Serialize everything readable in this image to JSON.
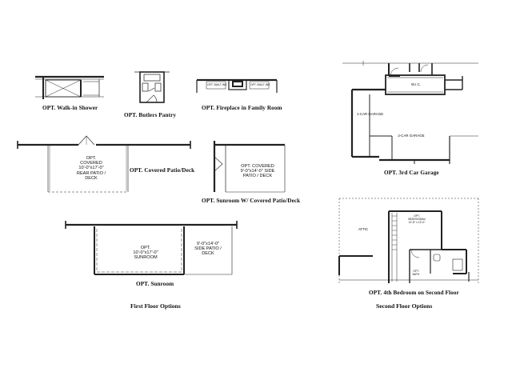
{
  "first_floor": {
    "heading": "First Floor Options",
    "captions": {
      "walkin_shower": "OPT. Walk-in Shower",
      "butlers_pantry": "OPT. Butlers Pantry",
      "fireplace": "OPT. Fireplace in Family Room",
      "covered_patio": "OPT. Covered Patio/Deck",
      "sunroom_w_covered": "OPT. Sunroom W/ Covered Patio/Deck",
      "sunroom": "OPT. Sunroom"
    },
    "labels": {
      "covered_patio": [
        "OPT.",
        "COVERED",
        "10'-0\"x17'-0\"",
        "REAR PATIO /",
        "DECK"
      ],
      "side_covered_patio": [
        "OPT. COVERED",
        "9'-0\"x14'-0\" SIDE",
        "PATIO / DECK"
      ],
      "sunroom": [
        "OPT.",
        "10'-0\"x17'-0\"",
        "SUNROOM"
      ],
      "side_patio": [
        "9'-0\"x14'-0\"",
        "SIDE PATIO /",
        "DECK"
      ],
      "fireplace_left": "OPT. BUILT-INS",
      "fireplace_right": "OPT. BUILT-INS"
    }
  },
  "second_floor": {
    "heading": "Second Floor Options",
    "captions": {
      "third_car_garage": "OPT. 3rd Car Garage",
      "fourth_bedroom": "OPT. 4th Bedroom on Second Floor"
    },
    "labels": {
      "wic": "W.I.C.",
      "one_car_garage": "1-CAR GARAGE",
      "two_car_garage": "2-CAR GARAGE",
      "attic": "ATTIC",
      "bedroom": [
        "OPT.",
        "BEDROOM#4",
        "12'-8\" x 13'-0\""
      ],
      "bath": "OPT.",
      "bath_sub": "BATH"
    }
  }
}
